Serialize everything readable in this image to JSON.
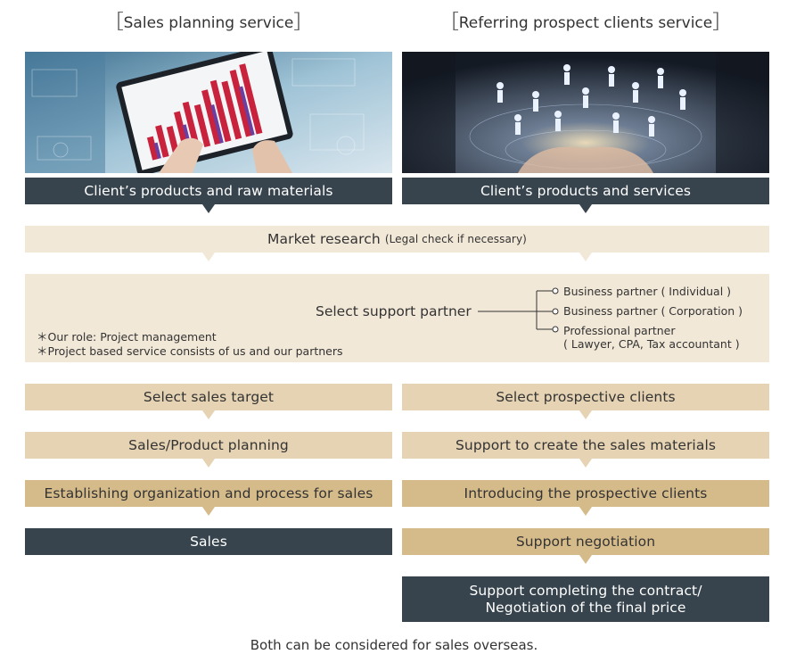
{
  "columns": {
    "left_title": "Sales planning service",
    "right_title": "Referring prospect clients service",
    "bracket_open": "［",
    "bracket_close": "］"
  },
  "images": {
    "left": "tablet-bar-chart-photo",
    "right": "business-network-people-photo"
  },
  "steps": {
    "left_start": "Client’s products and raw materials",
    "right_start": "Client’s products and services",
    "market_research": "Market research",
    "market_research_note": "(Legal check if necessary)",
    "select_partner": "Select support partner",
    "partners": [
      "Business partner ( Individual )",
      "Business partner ( Corporation )",
      "Professional partner"
    ],
    "partner_detail": "( Lawyer, CPA, Tax accountant )",
    "notes": [
      "＊Our role: Project management",
      "＊Project based service consists of us and our partners"
    ],
    "left_steps": [
      "Select sales target",
      "Sales/Product planning",
      "Establishing organization and process for sales",
      "Sales"
    ],
    "right_steps": [
      "Select prospective clients",
      "Support to create the sales materials",
      "Introducing the prospective clients",
      "Support negotiation"
    ],
    "final_line1": "Support completing the contract/",
    "final_line2": "Negotiation of the final price"
  },
  "footer": "Both can be considered for sales overseas.",
  "colors": {
    "dark": "#37444d",
    "light": "#f2e8d8",
    "mid": "#e5d3b3",
    "tan": "#d6bb8a"
  }
}
